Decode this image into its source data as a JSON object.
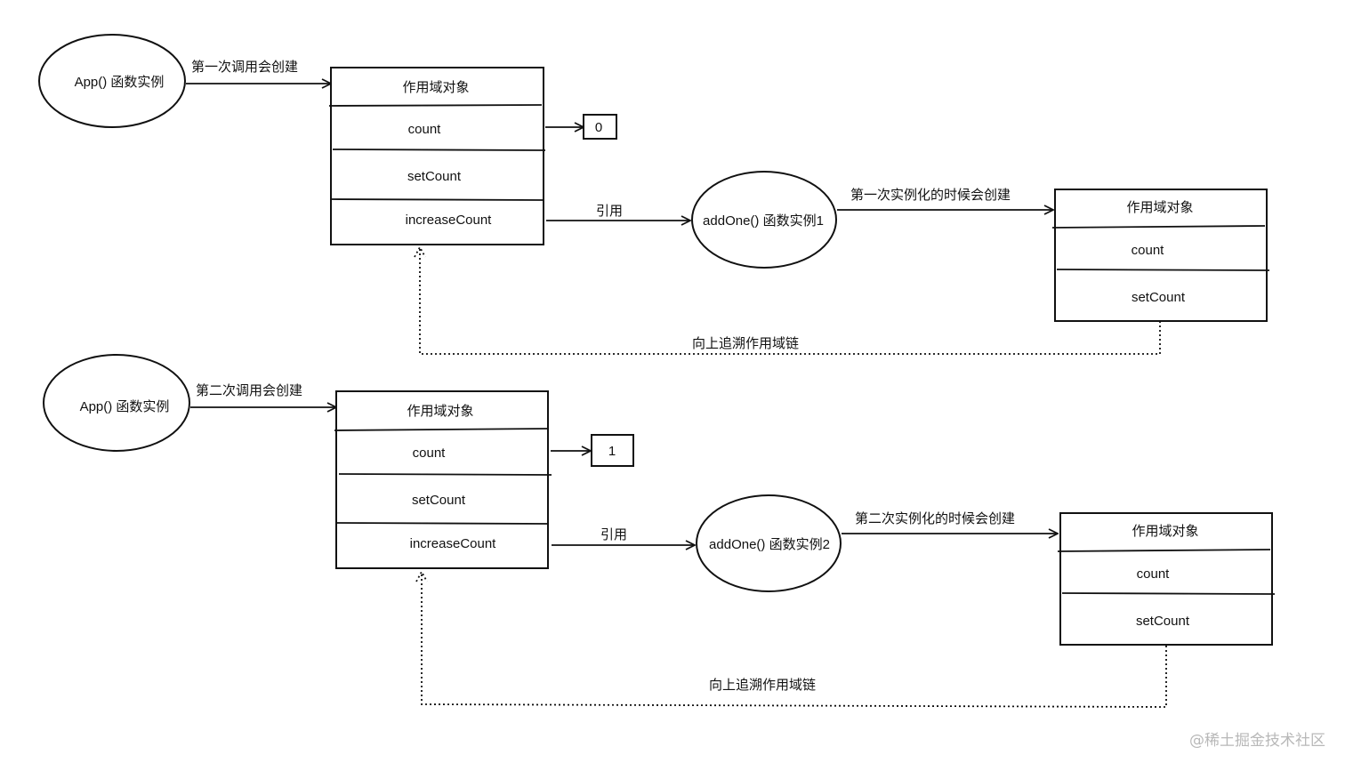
{
  "watermark": "@稀土掘金技术社区",
  "groups": [
    {
      "app_label": "App() 函数实例",
      "call_label": "第一次调用会创建",
      "scope_title": "作用域对象",
      "rows": [
        "count",
        "setCount",
        "increaseCount"
      ],
      "count_value": "0",
      "ref_label": "引用",
      "addone_label": "addOne() 函数实例1",
      "inst_label": "第一次实例化的时候会创建",
      "inner_title": "作用域对象",
      "inner_rows": [
        "count",
        "setCount"
      ],
      "chain_label": "向上追溯作用域链"
    },
    {
      "app_label": "App() 函数实例",
      "call_label": "第二次调用会创建",
      "scope_title": "作用域对象",
      "rows": [
        "count",
        "setCount",
        "increaseCount"
      ],
      "count_value": "1",
      "ref_label": "引用",
      "addone_label": "addOne() 函数实例2",
      "inst_label": "第二次实例化的时候会创建",
      "inner_title": "作用域对象",
      "inner_rows": [
        "count",
        "setCount"
      ],
      "chain_label": "向上追溯作用域链"
    }
  ]
}
